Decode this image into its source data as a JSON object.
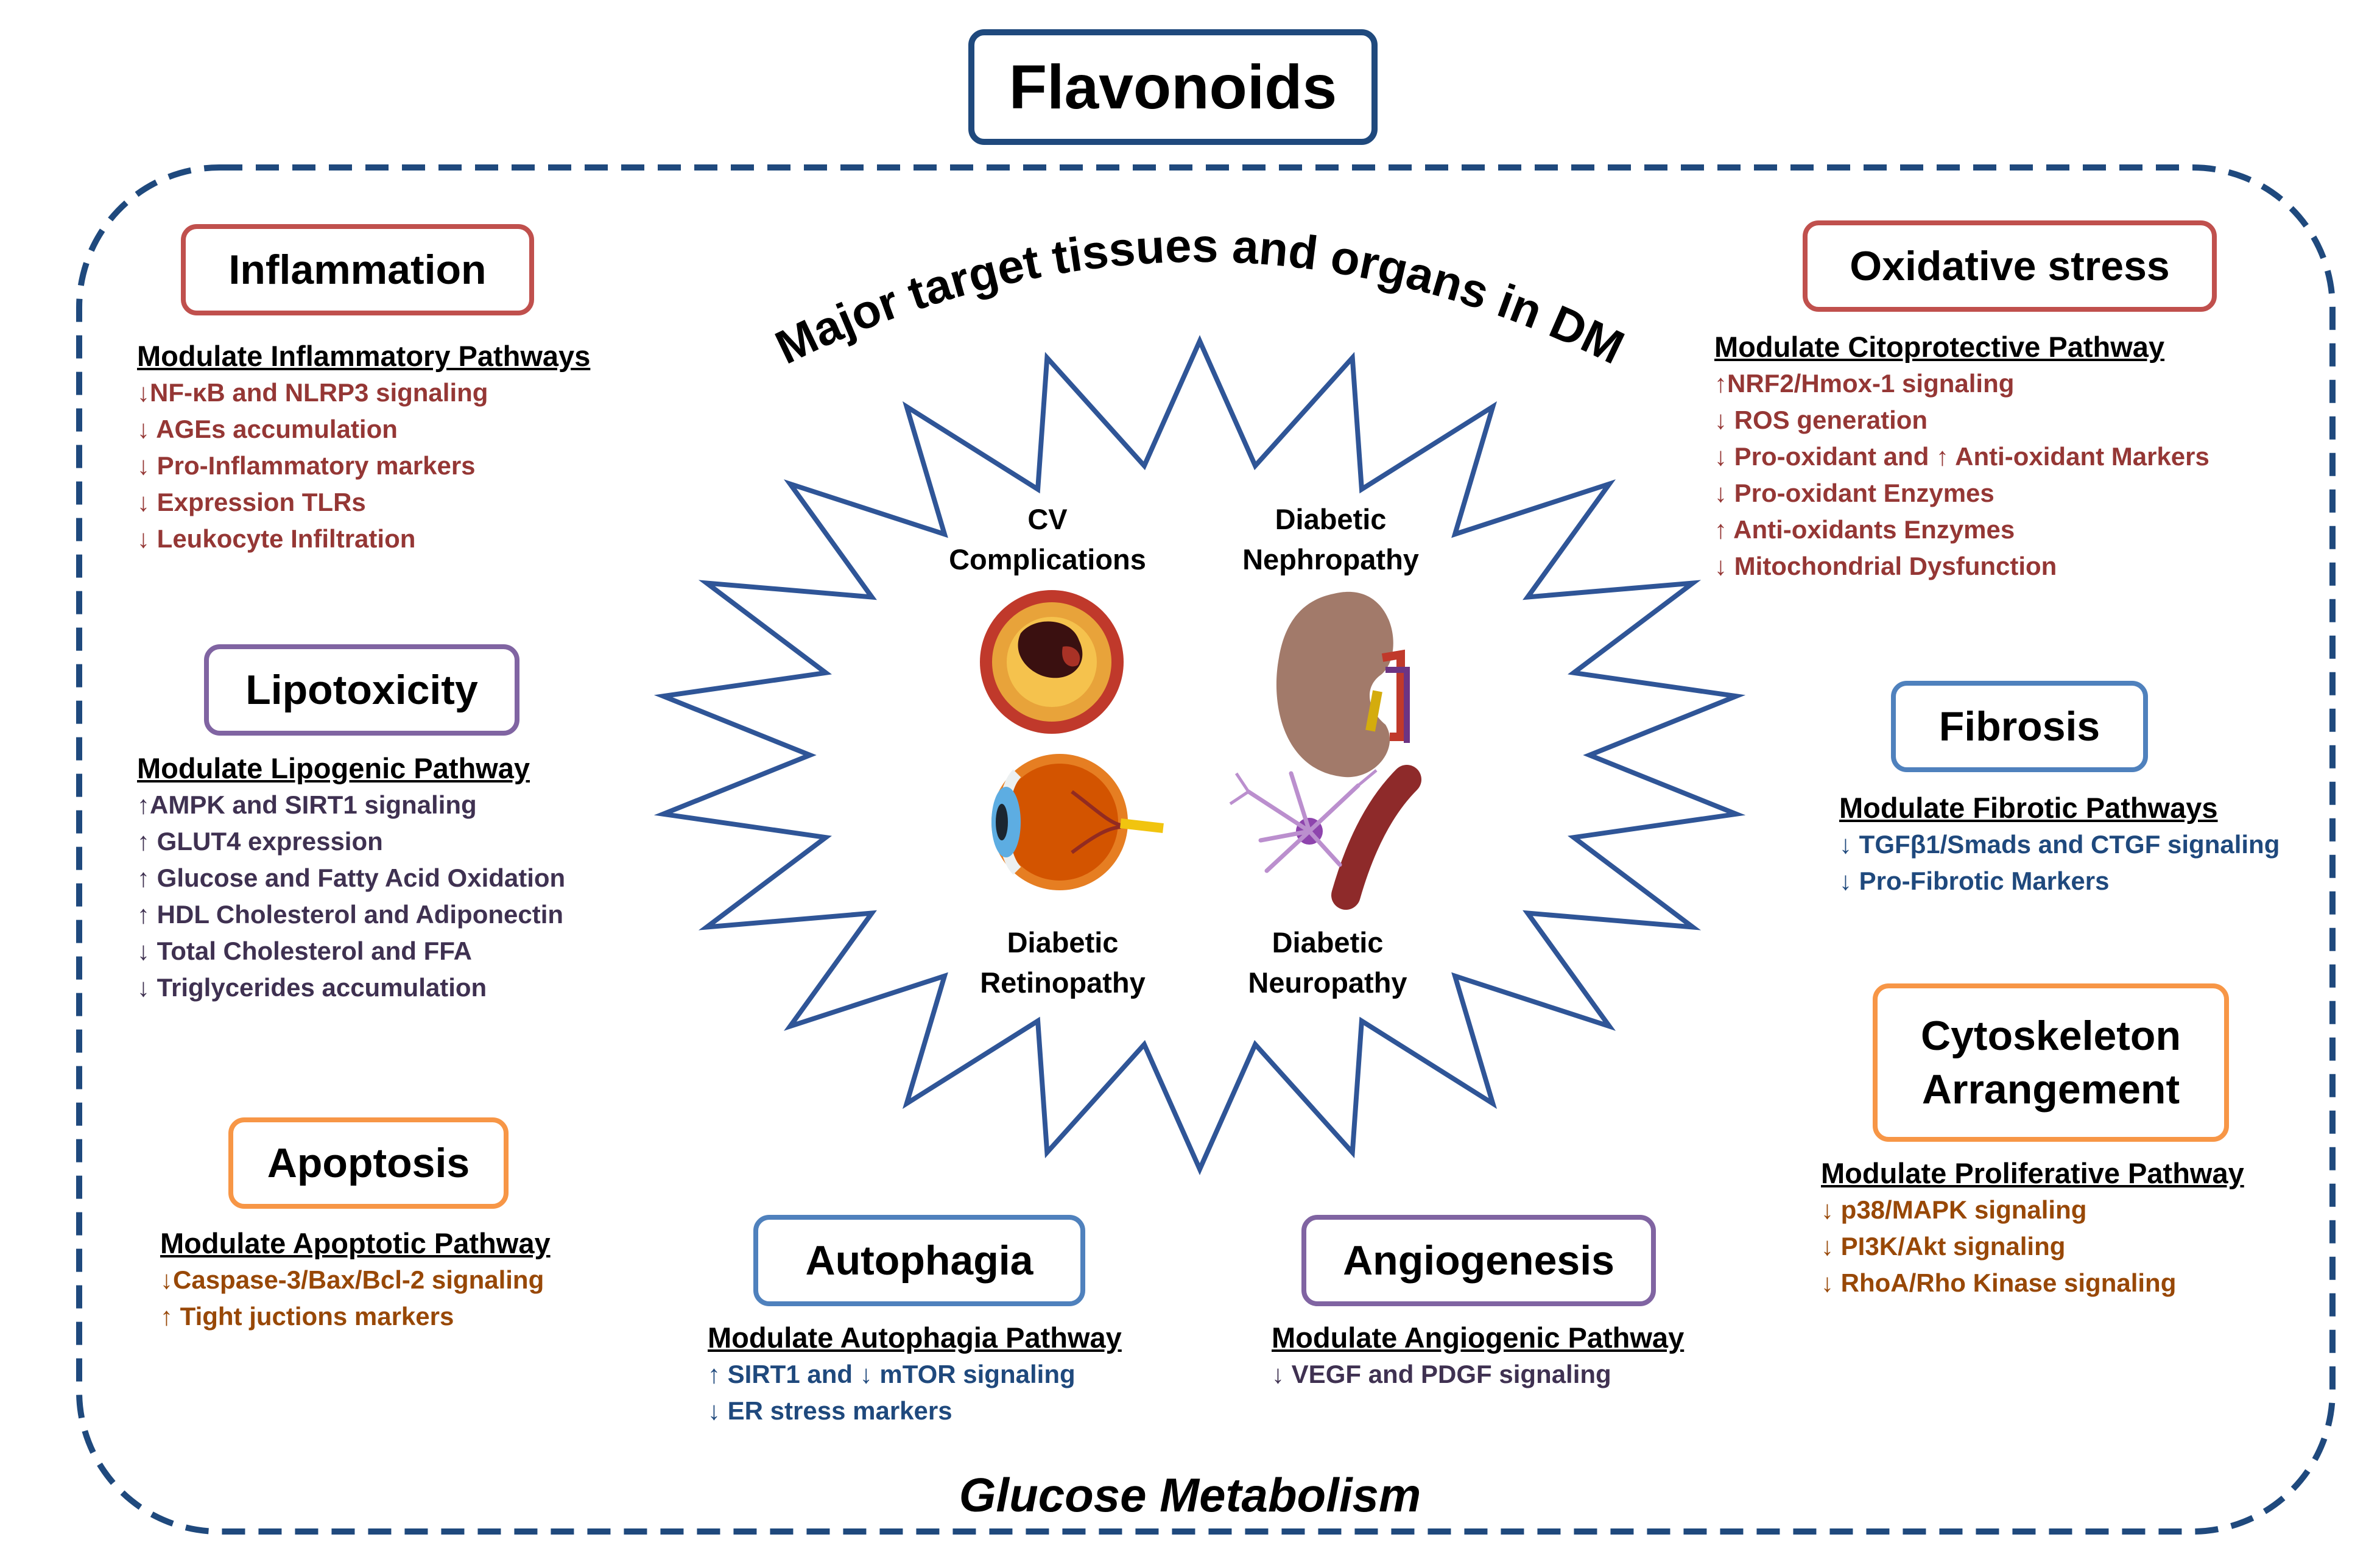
{
  "title": "Flavonoids",
  "center_title": "Major target tissues and organs in DM",
  "footer": "Glucose Metabolism",
  "organs": {
    "cv": {
      "label_line1": "CV",
      "label_line2": "Complications",
      "icon": "heart-artery-icon"
    },
    "nephro": {
      "label_line1": "Diabetic",
      "label_line2": "Nephropathy",
      "icon": "kidney-icon"
    },
    "retino": {
      "label_line1": "Diabetic",
      "label_line2": "Retinopathy",
      "icon": "eye-icon"
    },
    "neuro": {
      "label_line1": "Diabetic",
      "label_line2": "Neuropathy",
      "icon": "neuron-icon"
    }
  },
  "categories": {
    "inflammation": {
      "label": "Inflammation",
      "color": "#c0504d",
      "heading": "Modulate Inflammatory Pathways",
      "items": [
        "↓NF-κB and NLRP3 signaling",
        "↓ AGEs accumulation",
        "↓ Pro-Inflammatory markers",
        "↓ Expression TLRs",
        "↓ Leukocyte Infiltration"
      ]
    },
    "oxidative": {
      "label": "Oxidative stress",
      "color": "#c0504d",
      "heading": "Modulate Citoprotective Pathway",
      "items": [
        "↑NRF2/Hmox-1 signaling",
        "↓ ROS generation",
        "↓ Pro-oxidant and ↑ Anti-oxidant Markers",
        "↓ Pro-oxidant Enzymes",
        "↑ Anti-oxidants Enzymes",
        "↓ Mitochondrial Dysfunction"
      ]
    },
    "lipotoxicity": {
      "label": "Lipotoxicity",
      "color": "#8064a2",
      "heading": "Modulate Lipogenic Pathway",
      "items": [
        "↑AMPK and SIRT1 signaling",
        "↑ GLUT4 expression",
        "↑ Glucose and Fatty Acid Oxidation",
        "↑ HDL Cholesterol and Adiponectin",
        "↓ Total Cholesterol and FFA",
        "↓ Triglycerides accumulation"
      ]
    },
    "fibrosis": {
      "label": "Fibrosis",
      "color": "#4f81bd",
      "heading": "Modulate Fibrotic Pathways",
      "items": [
        "↓ TGFβ1/Smads and CTGF signaling",
        "↓ Pro-Fibrotic Markers"
      ]
    },
    "apoptosis": {
      "label": "Apoptosis",
      "color": "#f79646",
      "heading": "Modulate Apoptotic Pathway",
      "items": [
        "↓Caspase-3/Bax/Bcl-2 signaling",
        "↑ Tight juctions markers"
      ]
    },
    "cytoskeleton": {
      "label_line1": "Cytoskeleton",
      "label_line2": "Arrangement",
      "color": "#f79646",
      "heading": "Modulate Proliferative Pathway",
      "items": [
        "↓ p38/MAPK signaling",
        "↓ PI3K/Akt signaling",
        "↓ RhoA/Rho Kinase signaling"
      ]
    },
    "autophagia": {
      "label": "Autophagia",
      "color": "#4f81bd",
      "heading": "Modulate Autophagia Pathway",
      "items": [
        "↑ SIRT1 and ↓ mTOR signaling",
        "↓ ER stress markers"
      ]
    },
    "angiogenesis": {
      "label": "Angiogenesis",
      "color": "#8064a2",
      "heading": "Modulate Angiogenic Pathway",
      "items": [
        "↓ VEGF and PDGF signaling"
      ]
    }
  },
  "text_colors": {
    "red": "#953735",
    "purple": "#3f3151",
    "blue": "#1f497d",
    "orange": "#984807"
  },
  "frame_color": "#1f497d"
}
